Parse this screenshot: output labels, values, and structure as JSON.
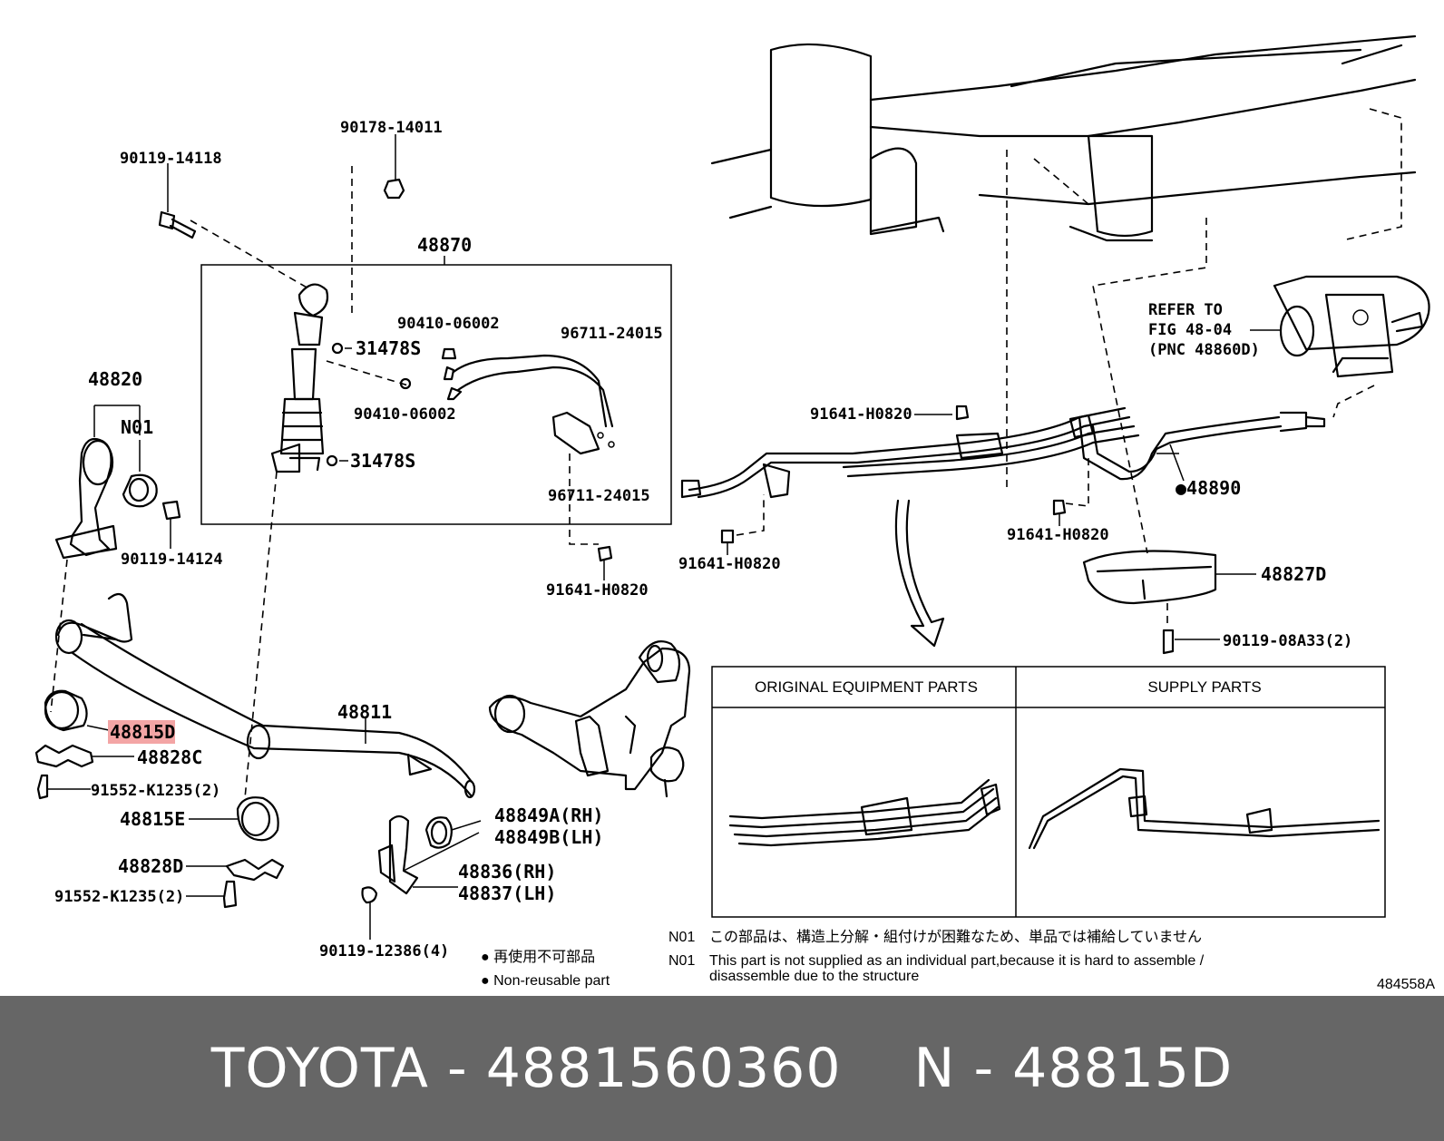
{
  "diagram": {
    "labels": {
      "l_90178_14011": "90178-14011",
      "l_90119_14118": "90119-14118",
      "l_48870": "48870",
      "l_31478S_a": "31478S",
      "l_31478S_b": "31478S",
      "l_90410_06002_a": "90410-06002",
      "l_90410_06002_b": "90410-06002",
      "l_96711_24015_a": "96711-24015",
      "l_96711_24015_b": "96711-24015",
      "l_91641_H0820_a": "91641-H0820",
      "l_91641_H0820_b": "91641-H0820",
      "l_91641_H0820_c": "91641-H0820",
      "l_91641_H0820_d": "91641-H0820",
      "l_48820": "48820",
      "l_N01": "N01",
      "l_90119_14124": "90119-14124",
      "l_48815D": "48815D",
      "l_48828C": "48828C",
      "l_91552_K1235_a": "91552-K1235(2)",
      "l_48815E": "48815E",
      "l_48828D": "48828D",
      "l_91552_K1235_b": "91552-K1235(2)",
      "l_48811": "48811",
      "l_48849A": "48849A(RH)",
      "l_48849B": "48849B(LH)",
      "l_48836": "48836(RH)",
      "l_48837": "48837(LH)",
      "l_90119_12386": "90119-12386(4)",
      "l_48890": "●48890",
      "l_48827D": "48827D",
      "l_90119_08A33": "90119-08A33(2)",
      "l_refer1": "REFER TO",
      "l_refer2": "FIG 48-04",
      "l_refer3": "(PNC 48860D)",
      "l_figno": "484558A"
    },
    "table": {
      "col1": "ORIGINAL EQUIPMENT PARTS",
      "col2": "SUPPLY PARTS"
    },
    "legend": {
      "jp": "● 再使用不可部品",
      "en": "● Non-reusable part"
    },
    "notes": {
      "code1": "N01",
      "jp": "この部品は、構造上分解・組付けが困難なため、単品では補給していません",
      "code2": "N01",
      "en1": "This part is not supplied as an individual part,because it is hard to assemble /",
      "en2": "disassemble due to the structure"
    }
  },
  "footer": {
    "brand_part": "TOYOTA - 4881560360",
    "ref": "N - 48815D"
  },
  "colors": {
    "highlight": "#f3a5a5",
    "footer_bg": "#666666",
    "footer_text": "#ffffff"
  }
}
